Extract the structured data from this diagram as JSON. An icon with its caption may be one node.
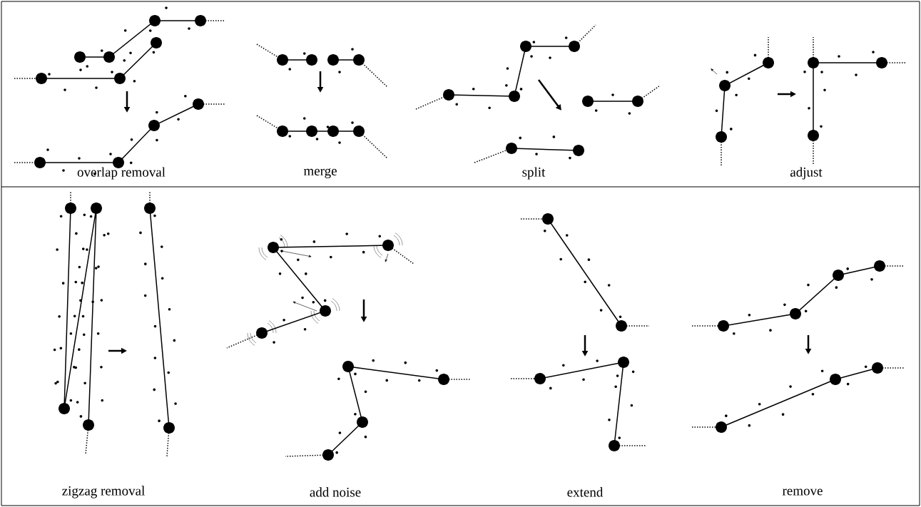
{
  "diagram": {
    "labels": [
      "overlap removal",
      "merge",
      "split",
      "adjust",
      "zigzag removal",
      "add noise",
      "extend",
      "remove"
    ]
  }
}
